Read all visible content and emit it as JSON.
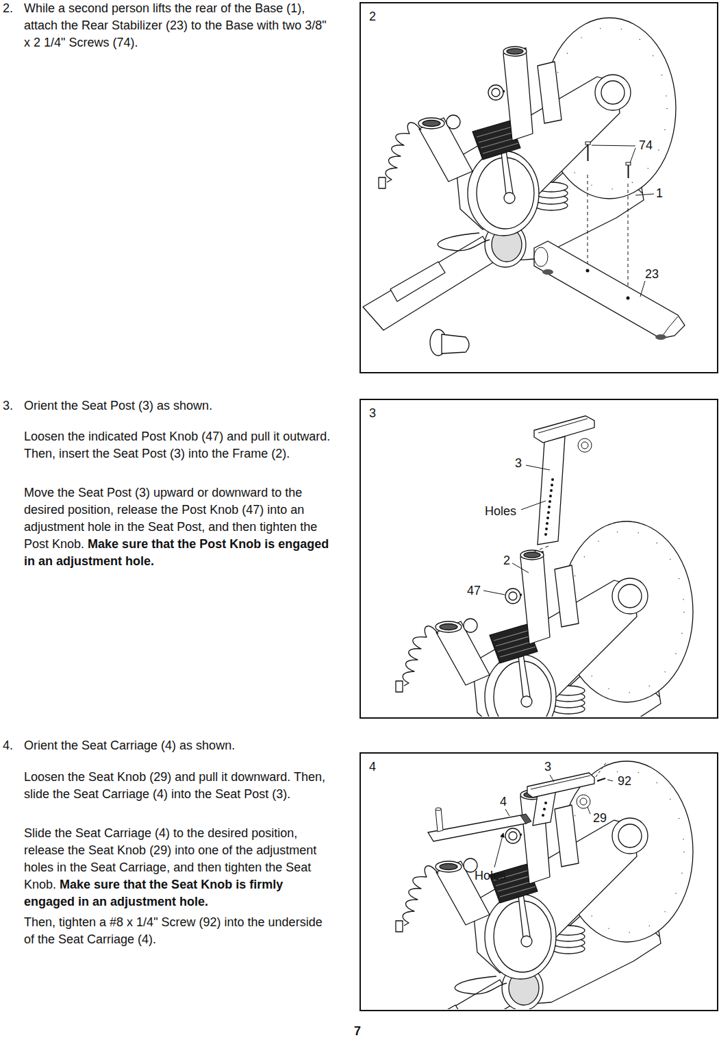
{
  "diagram": {
    "nodes": [
      {
        "text": [
          "2"
        ]
      },
      {
        "text": [
          "3"
        ]
      },
      {
        "text": [
          "4"
        ]
      }
    ],
    "labels": [
      "2.",
      "While a second person lifts the rear of the Base (1), attach the Rear Stabilizer (23) to the Base with two 3/8\" x 2 1/4\" Screws (74).",
      "3.",
      "Orient the Seat Post (3) as shown.",
      "Loosen the indicated Post Knob (47) and pull it outward. Then, insert the Seat Post (3) into the Frame (2).",
      "Move the Seat Post (3) upward or downward to the desired position, release the Post Knob (47) into an adjustment hole in the Seat Post, and then tighten the Post Knob.",
      "Make sure that the Post Knob is engaged in an adjustment hole.",
      "4.",
      "Orient the Seat Carriage (4) as shown.",
      "Loosen the Seat Knob (29) and pull it downward. Then, slide the Seat Carriage (4) into the Seat Post (3).",
      "Slide the Seat Carriage (4) to the desired position, release the Seat Knob (29) into one of the adjustment holes in the Seat Carriage, and then tighten the Seat Knob.",
      "Make sure that the Seat Knob is firmly engaged in an adjustment hole.",
      "Then, tighten a #8 x 1/4\" Screw (92) into the underside of the Seat Carriage (4).",
      "74",
      "1",
      "23",
      "3",
      "Holes",
      "2",
      "47",
      "3",
      "92",
      "4",
      "29",
      "Holes",
      "7"
    ]
  }
}
